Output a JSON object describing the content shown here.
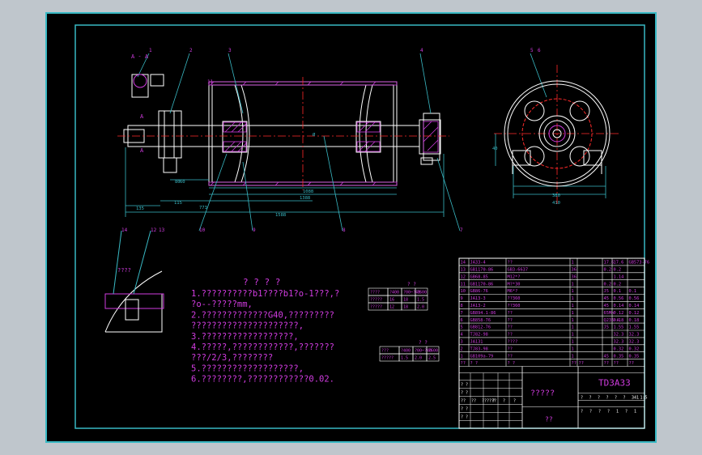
{
  "colors": {
    "background": "#bfc6cc",
    "sheet": "#000000",
    "border": "#39b9c4",
    "geometry": "#ffffff",
    "text": "#d13ce0",
    "dims": "#39b9c4",
    "centerline": "#ff2a2a",
    "hatch": "#d13ce0",
    "table": "#ffffff"
  },
  "section_label": "A - A",
  "section_marks": [
    "A",
    "A"
  ],
  "balloons": [
    "1",
    "2",
    "3",
    "4",
    "5",
    "6",
    "7",
    "8",
    "9",
    "10",
    "11",
    "12",
    "13",
    "14"
  ],
  "dimensions": [
    "135",
    "115",
    "1388",
    "1088",
    "773",
    "1588",
    "80",
    "60",
    "Ø",
    "410",
    "380",
    "40"
  ],
  "detail_label": "????",
  "notes_title": "? ? ? ?",
  "notes": [
    "1.??????????b1????b1?o-1???,?",
    "?o--?????mm,",
    "2.?????????????G40,?????????",
    "?????????????????????,",
    "3.??????????????????,",
    "4.?????,????????????,???????",
    "???/2/3,????????",
    "5.???????????????????,",
    "6.????????,????????????0.02."
  ],
  "small_table_1": {
    "caption": "? ?",
    "rows": [
      [
        "????",
        "?400",
        "?00~?40",
        "?600"
      ],
      [
        "?????",
        "16",
        "18",
        "1.5"
      ],
      [
        "?????",
        "12",
        "18",
        "2.0"
      ]
    ]
  },
  "small_table_2": {
    "caption": "? ?",
    "rows": [
      [
        "???",
        "?400",
        "?00~?40",
        "?600"
      ],
      [
        "?????",
        "1.5",
        "2.0",
        "2.5"
      ]
    ]
  },
  "bom": {
    "rows": [
      [
        "14",
        "JA33-4",
        "??",
        "1",
        "",
        "17.6",
        "17.6",
        "GB573-76"
      ],
      [
        "13",
        "GB1170-86",
        "GB3-6637",
        "36",
        "",
        "0.2",
        "0.2",
        ""
      ],
      [
        "12",
        "GB68-85",
        "M12*?",
        "36",
        "",
        "",
        "1.14",
        ""
      ],
      [
        "11",
        "GB1170-86",
        "M?*30",
        "1",
        "",
        "0.2",
        "0.2",
        ""
      ],
      [
        "10",
        "GB86-76",
        "M6*?",
        "1",
        "",
        "J5",
        "0.1",
        "0.1"
      ],
      [
        "9",
        "JA13-3",
        "??360",
        "1",
        "",
        "45",
        "0.56",
        "0.56"
      ],
      [
        "8",
        "JA13-2",
        "??360",
        "1",
        "",
        "45",
        "0.14",
        "0.14"
      ],
      [
        "7",
        "GB894.1-86",
        "??",
        "1",
        "",
        "65Mn",
        "0.12",
        "0.12"
      ],
      [
        "6",
        "GB858-76",
        "??",
        "1",
        "",
        "Q235-A",
        "0.18",
        "0.18"
      ],
      [
        "5",
        "GB812-76",
        "??",
        "1",
        "",
        "J5",
        "1.55",
        "1.55"
      ],
      [
        "4",
        "TJ82-98",
        "??",
        "1",
        "",
        "",
        "32.3",
        "32.3"
      ],
      [
        "3",
        "JA131",
        "????",
        "1",
        "",
        "",
        "32.3",
        "32.3"
      ],
      [
        "2",
        "TJ83-98",
        "??",
        "1",
        "",
        "",
        "0.32",
        "0.32"
      ],
      [
        "1",
        "GB109a-79",
        "??",
        "1",
        "",
        "45",
        "0.35",
        "0.35"
      ]
    ],
    "header": [
      "??",
      "? ?",
      "? ?",
      "??",
      "??",
      "??",
      "??",
      "??"
    ],
    "model": "TD3A33",
    "name_cell": "?????",
    "company_cell": "??",
    "scale_row": [
      "?",
      "?",
      "?",
      "?",
      "?",
      "?",
      "341",
      "1:5"
    ],
    "sheet_row": [
      "?",
      "?",
      "?",
      "?",
      "1",
      "?",
      "1"
    ],
    "revision_cells": [
      "??",
      "??",
      "??????",
      "?",
      "?",
      "?"
    ],
    "side_labels": [
      "? ?",
      "? ?",
      "? ?",
      "? ?"
    ]
  }
}
